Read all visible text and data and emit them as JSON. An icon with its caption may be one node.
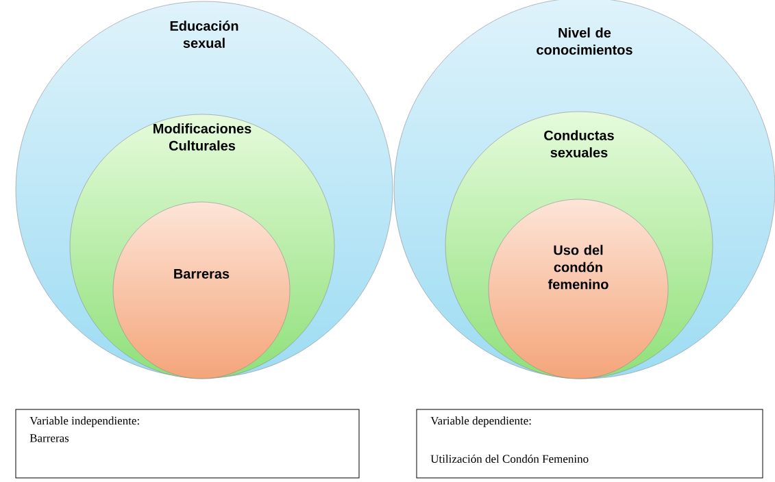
{
  "diagram": {
    "nodes": [
      {
        "text": [
          "Educación sexual"
        ]
      },
      {
        "text": [
          "Modificaciones Culturales"
        ],
        "in": 0
      },
      {
        "text": [
          "Barreras"
        ],
        "in": 1
      },
      {
        "text": [
          "Nivel de conocimientos"
        ]
      },
      {
        "text": [
          "Conductas sexuales"
        ],
        "in": 3
      },
      {
        "text": [
          "Uso del condón femenino"
        ],
        "in": 4
      },
      {
        "text": [
          "Variable independiente:",
          "Barreras"
        ]
      },
      {
        "text": [
          "Variable dependiente:",
          "Utilización del Condón Femenino"
        ]
      }
    ]
  }
}
